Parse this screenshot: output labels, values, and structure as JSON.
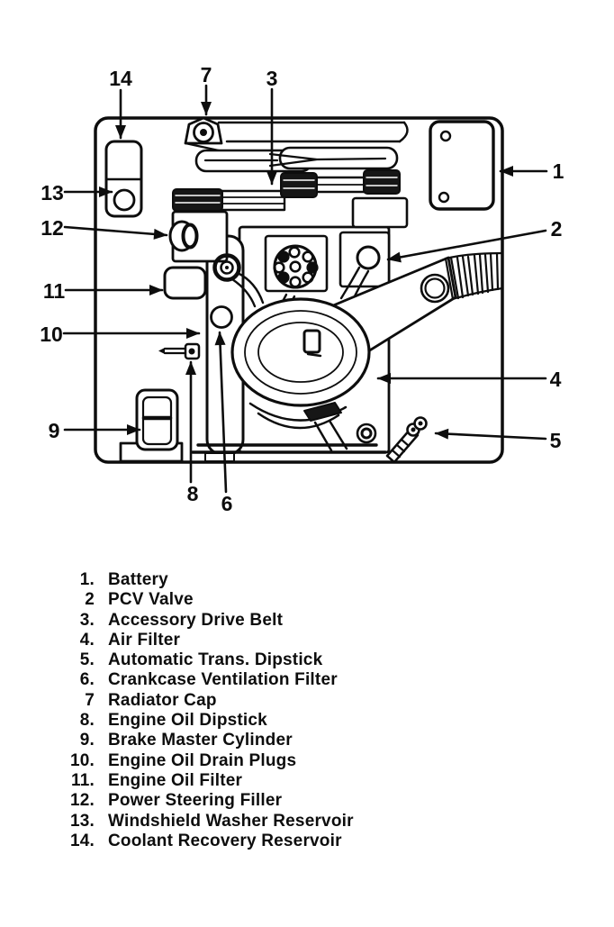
{
  "figure": {
    "description": "Engine compartment component location diagram, top view",
    "callouts": [
      {
        "label": "1"
      },
      {
        "label": "2"
      },
      {
        "label": "3"
      },
      {
        "label": "4"
      },
      {
        "label": "5"
      },
      {
        "label": "6"
      },
      {
        "label": "7"
      },
      {
        "label": "8"
      },
      {
        "label": "9"
      },
      {
        "label": "10"
      },
      {
        "label": "11"
      },
      {
        "label": "12"
      },
      {
        "label": "13"
      },
      {
        "label": "14"
      }
    ]
  },
  "legend": {
    "items": [
      {
        "num": "1.",
        "label": "Battery"
      },
      {
        "num": "2",
        "label": "PCV Valve"
      },
      {
        "num": "3.",
        "label": "Accessory Drive Belt"
      },
      {
        "num": "4.",
        "label": "Air Filter"
      },
      {
        "num": "5.",
        "label": "Automatic Trans. Dipstick"
      },
      {
        "num": "6.",
        "label": "Crankcase Ventilation Filter"
      },
      {
        "num": "7",
        "label": "Radiator Cap"
      },
      {
        "num": "8.",
        "label": "Engine Oil Dipstick"
      },
      {
        "num": "9.",
        "label": "Brake Master Cylinder"
      },
      {
        "num": "10.",
        "label": "Engine Oil Drain Plugs"
      },
      {
        "num": "11.",
        "label": "Engine Oil Filter"
      },
      {
        "num": "12.",
        "label": "Power Steering Filler"
      },
      {
        "num": "13.",
        "label": "Windshield Washer Reservoir"
      },
      {
        "num": "14.",
        "label": "Coolant Recovery Reservoir"
      }
    ]
  },
  "colors": {
    "ink": "#0d0d0d",
    "paper": "#ffffff"
  }
}
